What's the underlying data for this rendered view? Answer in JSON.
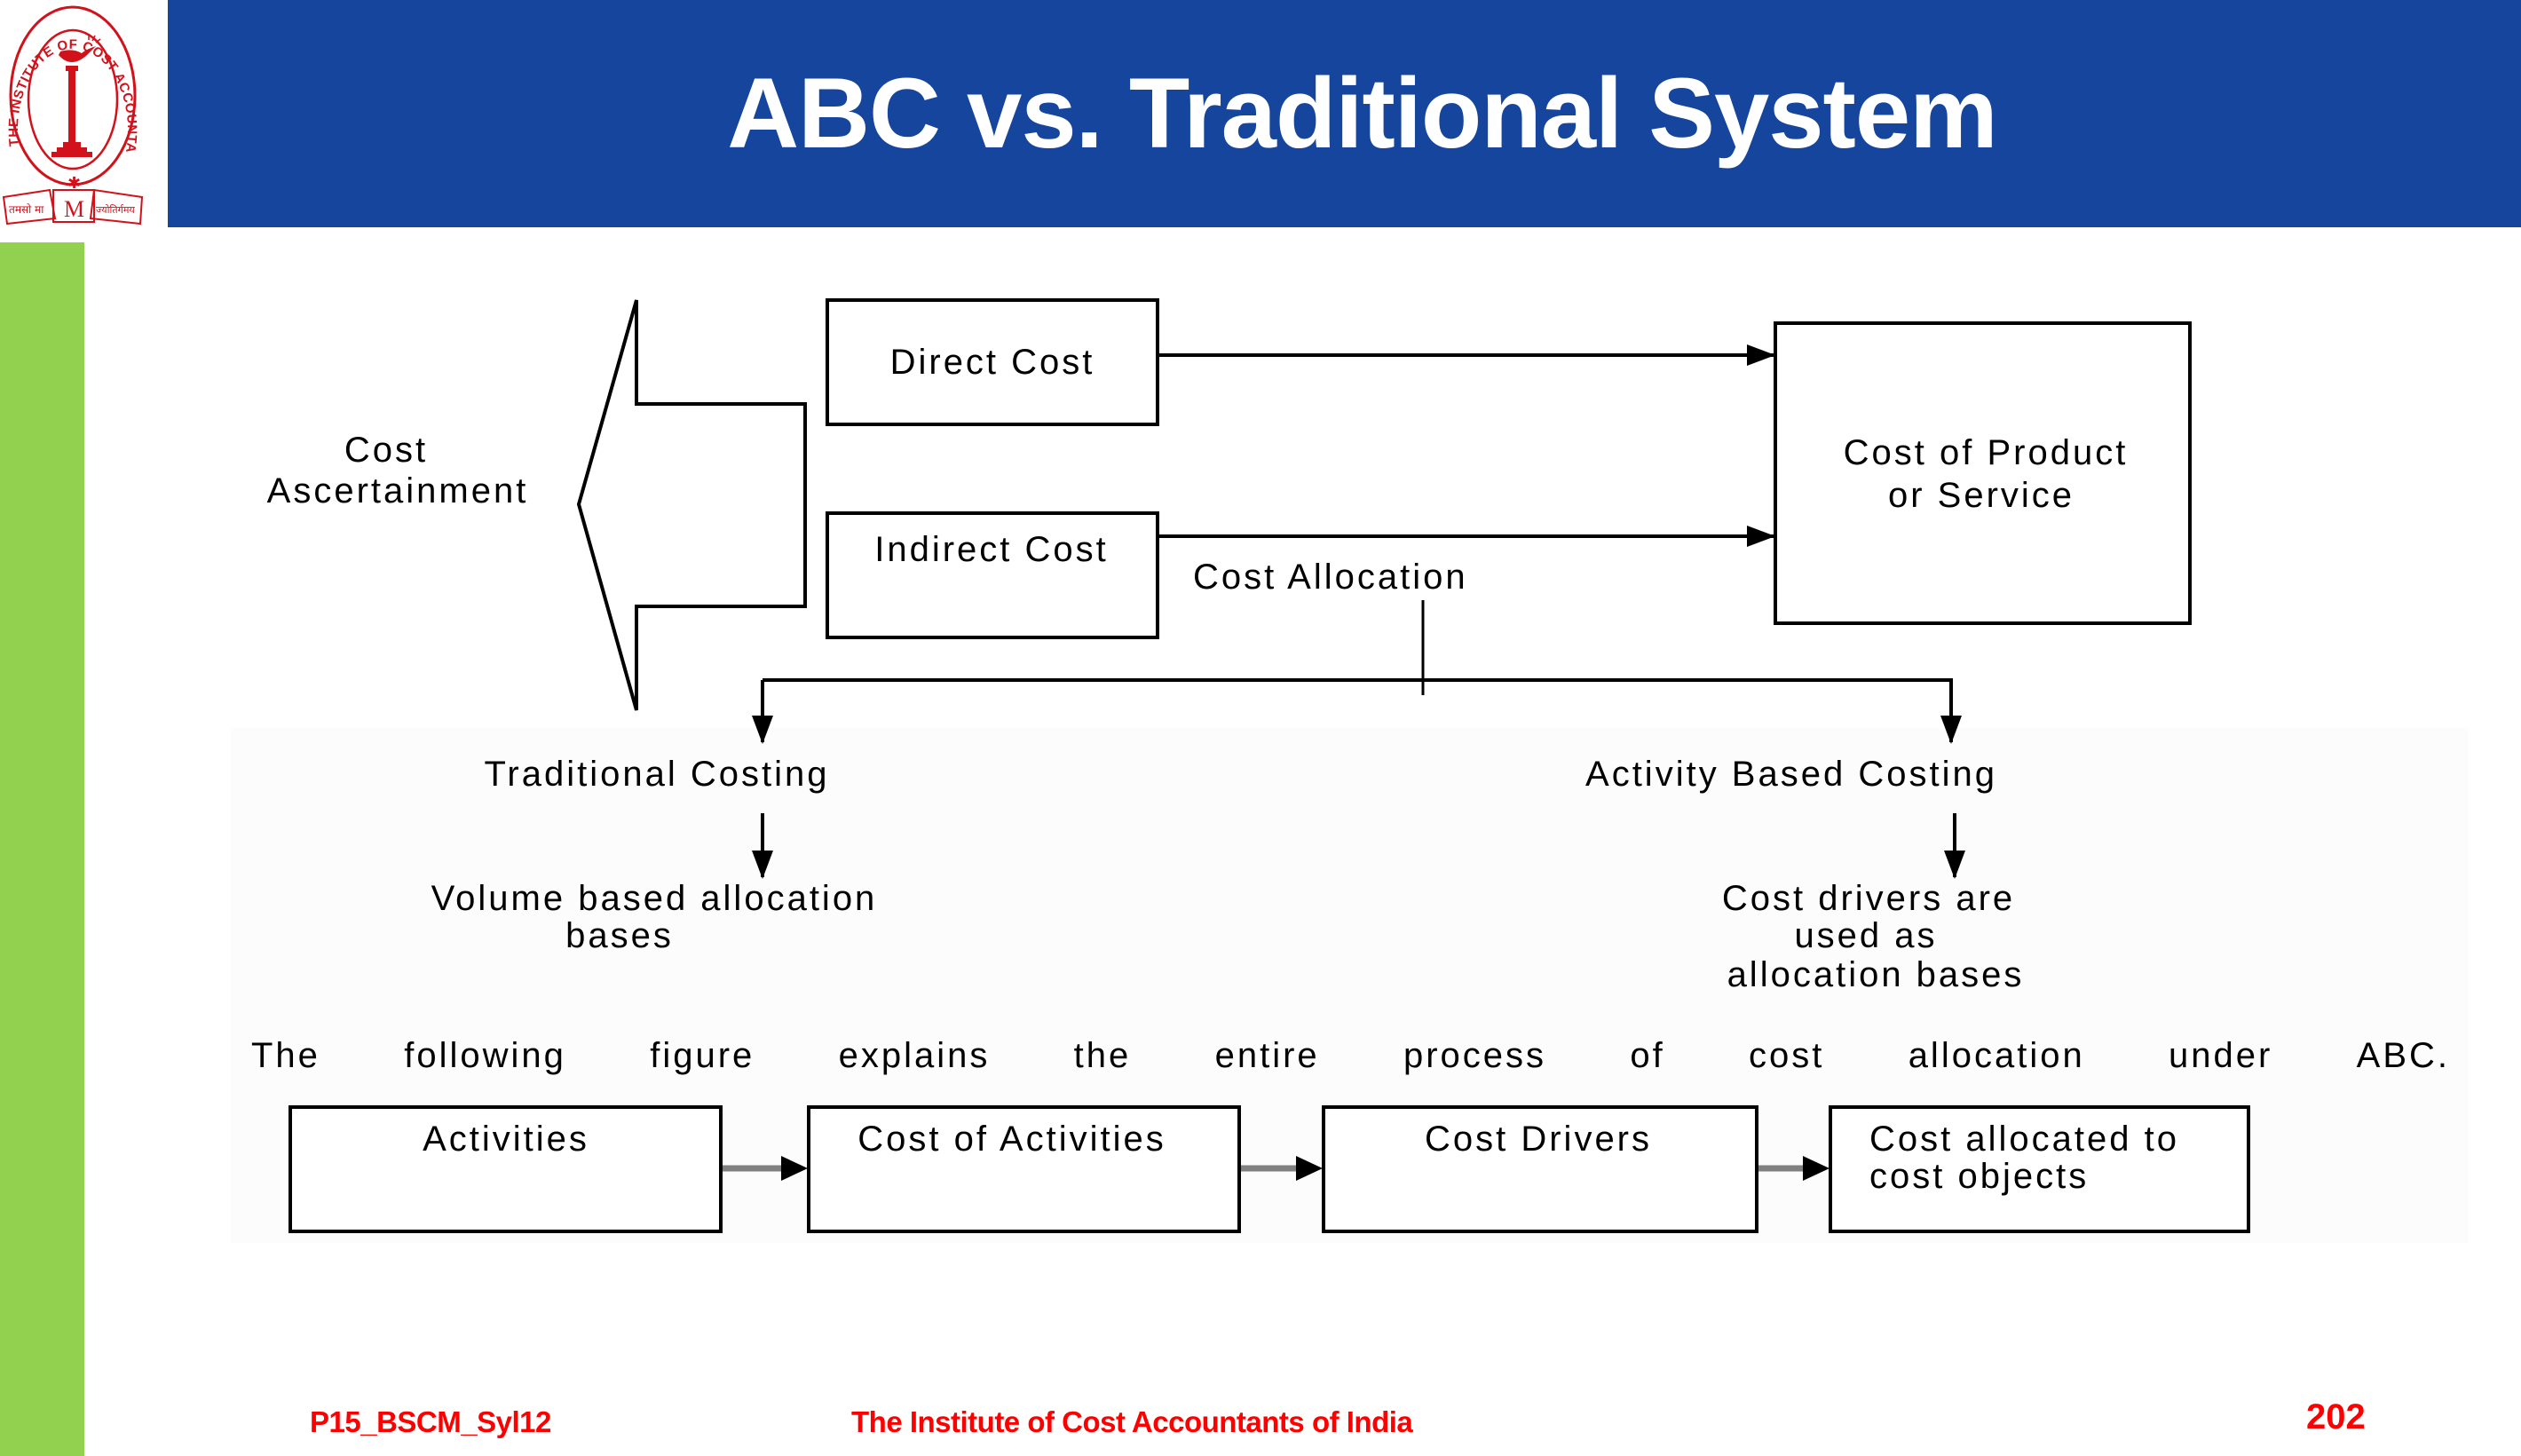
{
  "slide": {
    "title": "ABC vs. Traditional System",
    "logo": {
      "icon": "institute-emblem-icon",
      "ring_text": "THE INSTITUTE OF COST ACCOUNTANTS OF INDIA",
      "motto_left": "तमसो मा",
      "motto_right": "ज्योतिर्गमय",
      "center_letter": "M"
    },
    "colors": {
      "header": "#16459d",
      "side_bar": "#92d050",
      "footer_text": "#ff0000"
    }
  },
  "diagram": {
    "cost_ascertainment": [
      "Cost",
      "Ascertainment"
    ],
    "direct_cost": "Direct Cost",
    "indirect_cost": "Indirect Cost",
    "cost_of_product": [
      "Cost of Product",
      "or Service"
    ],
    "cost_allocation": "Cost Allocation",
    "traditional_costing": "Traditional Costing",
    "traditional_basis": [
      "Volume based allocation",
      "bases"
    ],
    "abc": "Activity Based Costing",
    "abc_basis": [
      "Cost drivers are",
      "used as",
      "allocation bases"
    ]
  },
  "process": {
    "intro_words": [
      "The",
      "following",
      "figure",
      "explains",
      "the",
      "entire",
      "process",
      "of",
      "cost",
      "allocation",
      "under",
      "ABC."
    ],
    "steps": [
      "Activities",
      "Cost of Activities",
      "Cost Drivers",
      "Cost allocated to|cost objects"
    ],
    "step4_lines": [
      "Cost allocated to",
      "cost objects"
    ]
  },
  "footer": {
    "code": "P15_BSCM_Syl12",
    "organization": "The Institute of Cost Accountants of India",
    "page_number": "202"
  }
}
